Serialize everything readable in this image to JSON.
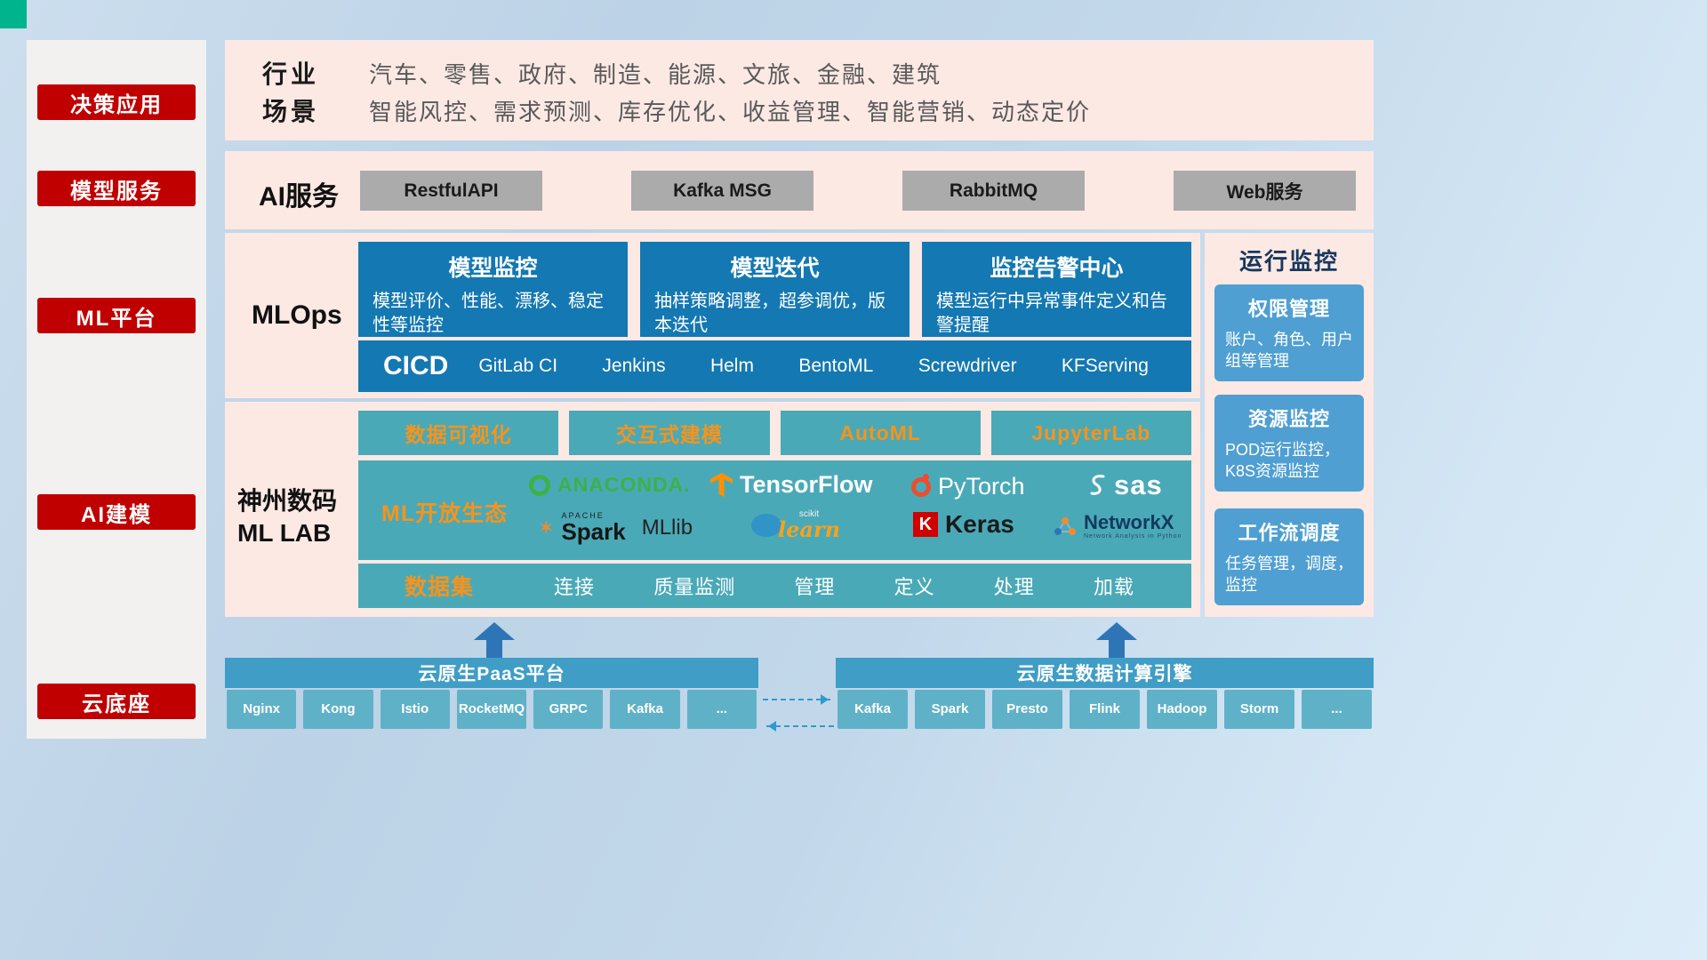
{
  "sidebar": {
    "items": [
      {
        "label": "决策应用"
      },
      {
        "label": "模型服务"
      },
      {
        "label": "ML平台"
      },
      {
        "label": "AI建模"
      },
      {
        "label": "云底座"
      }
    ]
  },
  "industry": {
    "row1_label": "行业",
    "row1_text": "汽车、零售、政府、制造、能源、文旅、金融、建筑",
    "row2_label": "场景",
    "row2_text": "智能风控、需求预测、库存优化、收益管理、智能营销、动态定价"
  },
  "ai_service": {
    "label": "AI服务",
    "buttons": [
      "RestfulAPI",
      "Kafka MSG",
      "RabbitMQ",
      "Web服务"
    ]
  },
  "mlops": {
    "label": "MLOps",
    "cards": [
      {
        "title": "模型监控",
        "desc": "模型评价、性能、漂移、稳定性等监控"
      },
      {
        "title": "模型迭代",
        "desc": "抽样策略调整，超参调优，版本迭代"
      },
      {
        "title": "监控告警中心",
        "desc": "模型运行中异常事件定义和告警提醒"
      }
    ],
    "cicd_label": "CICD",
    "cicd_items": [
      "GitLab CI",
      "Jenkins",
      "Helm",
      "BentoML",
      "Screwdriver",
      "KFServing"
    ]
  },
  "mllab": {
    "label_line1": "神州数码",
    "label_line2": "ML LAB",
    "tools": [
      "数据可视化",
      "交互式建模",
      "AutoML",
      "JupyterLab"
    ],
    "eco_label": "ML开放生态",
    "logos": {
      "anaconda": "ANACONDA.",
      "tensorflow": "TensorFlow",
      "pytorch": "PyTorch",
      "sas": "sas",
      "apache": "APACHE",
      "spark": "Spark",
      "mllib": "MLlib",
      "scikit": "scikit",
      "learn": "learn",
      "keras_k": "K",
      "keras": "Keras",
      "networkx": "NetworkX",
      "networkx_sub": "Network Analysis in Python"
    },
    "dataset_label": "数据集",
    "dataset_items": [
      "连接",
      "质量监测",
      "管理",
      "定义",
      "处理",
      "加载"
    ]
  },
  "monitor": {
    "title": "运行监控",
    "cards": [
      {
        "title": "权限管理",
        "desc": "账户、角色、用户组等管理"
      },
      {
        "title": "资源监控",
        "desc": "POD运行监控，K8S资源监控"
      },
      {
        "title": "工作流调度",
        "desc": "任务管理，调度，监控"
      }
    ]
  },
  "bottom": {
    "paas_title": "云原生PaaS平台",
    "paas_items": [
      "Nginx",
      "Kong",
      "Istio",
      "RocketMQ",
      "GRPC",
      "Kafka",
      "..."
    ],
    "engine_title": "云原生数据计算引擎",
    "engine_items": [
      "Kafka",
      "Spark",
      "Presto",
      "Flink",
      "Hadoop",
      "Storm",
      "..."
    ]
  },
  "colors": {
    "accent_red": "#c00000",
    "deep_blue": "#1478b2",
    "teal": "#4aa9b7",
    "orange": "#f5941d",
    "panel_pink": "#fce9e4",
    "bar_blue": "#3f9dc6",
    "chip_teal": "#5fb1c8",
    "monitor_blue": "#4f9fd2"
  }
}
